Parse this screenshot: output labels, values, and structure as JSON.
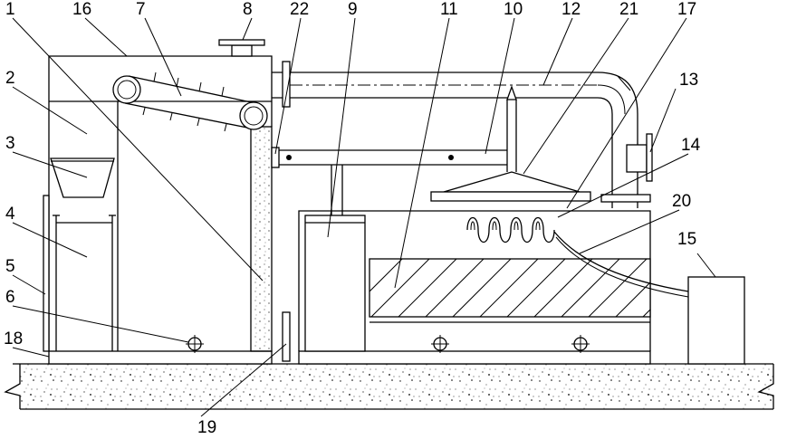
{
  "figure": {
    "labels": [
      {
        "id": "1",
        "text": "1"
      },
      {
        "id": "2",
        "text": "2"
      },
      {
        "id": "3",
        "text": "3"
      },
      {
        "id": "4",
        "text": "4"
      },
      {
        "id": "5",
        "text": "5"
      },
      {
        "id": "6",
        "text": "6"
      },
      {
        "id": "7",
        "text": "7"
      },
      {
        "id": "8",
        "text": "8"
      },
      {
        "id": "9",
        "text": "9"
      },
      {
        "id": "10",
        "text": "10"
      },
      {
        "id": "11",
        "text": "11"
      },
      {
        "id": "12",
        "text": "12"
      },
      {
        "id": "13",
        "text": "13"
      },
      {
        "id": "14",
        "text": "14"
      },
      {
        "id": "15",
        "text": "15"
      },
      {
        "id": "16",
        "text": "16"
      },
      {
        "id": "17",
        "text": "17"
      },
      {
        "id": "18",
        "text": "18"
      },
      {
        "id": "19",
        "text": "19"
      },
      {
        "id": "20",
        "text": "20"
      },
      {
        "id": "21",
        "text": "21"
      },
      {
        "id": "22",
        "text": "22"
      }
    ]
  }
}
